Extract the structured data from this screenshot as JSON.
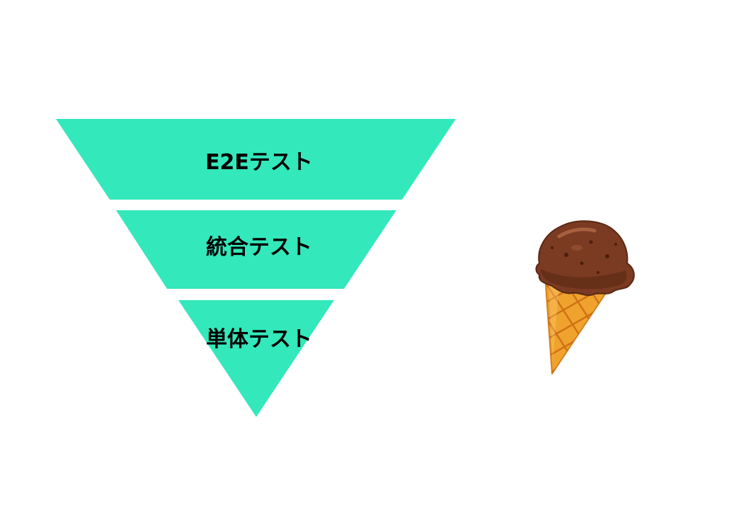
{
  "diagram": {
    "tiers": [
      {
        "label": "E2Eテスト"
      },
      {
        "label": "統合テスト"
      },
      {
        "label": "単体テスト"
      }
    ],
    "tier_color": "#33e8bb",
    "text_color": "#000000"
  },
  "illustration": {
    "subject": "chocolate-ice-cream-cone",
    "scoop_color": "#7a3b22",
    "cone_color": "#f0a22e"
  }
}
